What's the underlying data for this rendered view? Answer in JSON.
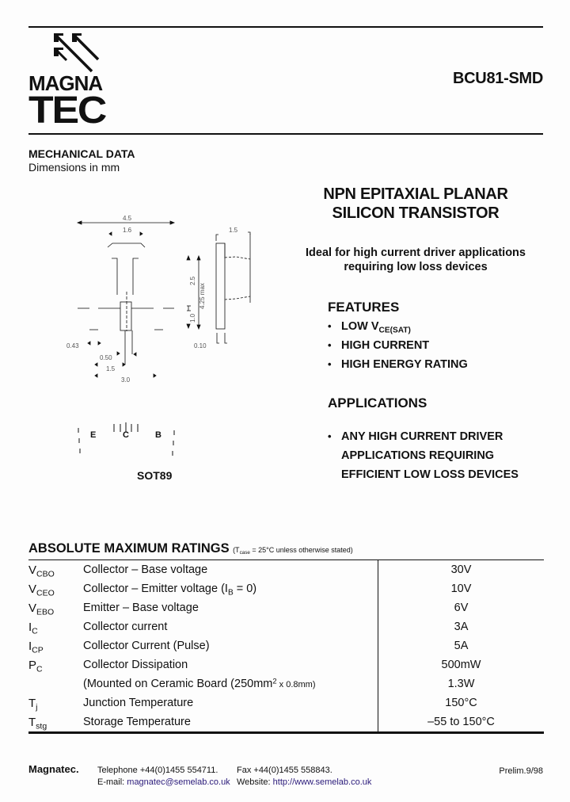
{
  "header": {
    "logo": {
      "line1": "MAGNA",
      "line2": "TEC"
    },
    "part_number": "BCU81-SMD"
  },
  "mechanical": {
    "heading": "MECHANICAL DATA",
    "subheading": "Dimensions in mm",
    "dimensions": {
      "overall_width": "4.5",
      "tab_width": "1.6",
      "height_upper": "2.5",
      "height_lower": "1.0",
      "total_height": "4.25 max",
      "pin_width": "0.43",
      "pin_width_center": "0.50",
      "pin_pitch": "1.5",
      "pin_span": "3.0",
      "side_thickness": "1.5",
      "side_lead": "0.10"
    },
    "pins": [
      "E",
      "C",
      "B"
    ],
    "package": "SOT89"
  },
  "product": {
    "title_line1": "NPN EPITAXIAL PLANAR",
    "title_line2": "SILICON TRANSISTOR",
    "desc_line1": "Ideal for high current driver applications",
    "desc_line2": "requiring low loss devices"
  },
  "features": {
    "heading": "FEATURES",
    "items": [
      {
        "text": "LOW V",
        "sub": "CE(SAT)"
      },
      {
        "text": "HIGH CURRENT"
      },
      {
        "text": "HIGH ENERGY RATING"
      }
    ]
  },
  "applications": {
    "heading": "APPLICATIONS",
    "lines": [
      "ANY HIGH CURRENT DRIVER",
      "APPLICATIONS REQUIRING",
      "EFFICIENT LOW LOSS DEVICES"
    ]
  },
  "ratings": {
    "heading": "ABSOLUTE MAXIMUM RATINGS",
    "condition_prefix": "(T",
    "condition_sub": "case",
    "condition_suffix": " = 25°C unless otherwise stated)",
    "rows": [
      {
        "sym": "V",
        "sub": "CBO",
        "desc": "Collector – Base voltage",
        "value": "30V"
      },
      {
        "sym": "V",
        "sub": "CEO",
        "desc": "Collector – Emitter voltage  (I",
        "desc_sub": "B",
        "desc_tail": " = 0)",
        "value": "10V"
      },
      {
        "sym": "V",
        "sub": "EBO",
        "desc": "Emitter – Base voltage",
        "value": "6V"
      },
      {
        "sym": "I",
        "sub": "C",
        "desc": "Collector current",
        "value": "3A"
      },
      {
        "sym": "I",
        "sub": "CP",
        "desc": "Collector Current (Pulse)",
        "value": "5A"
      },
      {
        "sym": "P",
        "sub": "C",
        "desc": "Collector Dissipation",
        "value": "500mW"
      },
      {
        "sym": "",
        "sub": "",
        "desc": "(Mounted on Ceramic Board (250mm",
        "desc_sup": "2",
        "desc_tail": " x 0.8mm)",
        "value": "1.3W"
      },
      {
        "sym": "T",
        "sub": "j",
        "desc": "Junction Temperature",
        "value": "150°C"
      },
      {
        "sym": "T",
        "sub": "stg",
        "desc": "Storage Temperature",
        "value": "–55 to 150°C"
      }
    ]
  },
  "footer": {
    "company": "Magnatec.",
    "telephone": "Telephone +44(0)1455 554711.",
    "fax": "Fax +44(0)1455 558843.",
    "email_label": "E-mail: ",
    "email": "magnatec@semelab.co.uk",
    "website_label": "Website: ",
    "website": "http://www.semelab.co.uk",
    "revision": "Prelim.9/98"
  }
}
